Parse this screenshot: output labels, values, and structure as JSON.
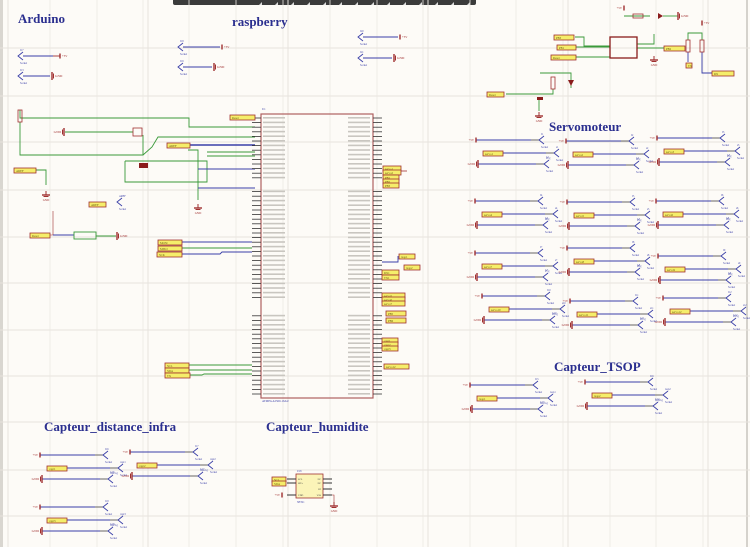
{
  "sections": {
    "arduino": "Arduino",
    "raspberry": "raspberry",
    "servomoteur": "Servomoteur",
    "capteur_tsop": "Capteur_TSOP",
    "capteur_distance_infra": "Capteur_distance_infra",
    "capteur_humidite": "Capteur_humidite"
  },
  "power_labels": {
    "vcc": "+5V",
    "gnd": "GND"
  },
  "connector_type": "Socket",
  "colors": {
    "title": "#2b2f8f",
    "wire_blue": "#3a3fa8",
    "wire_green": "#3a9a3a",
    "power_red": "#a03030",
    "net_label_fill": "#f5ee6a",
    "net_label_border": "#a03030",
    "grid": "#e6e3dd",
    "background": "#fdfbf7"
  },
  "main_ic": {
    "designator": "U1",
    "part": "ATMEGA2560-16AU"
  },
  "humidity_ic": {
    "designator": "U18",
    "part": "SHT21",
    "pins_left": [
      "SCL",
      "SDA",
      "VDD"
    ],
    "pins_right": [
      "NC",
      "NC",
      "EP",
      "VSS"
    ]
  },
  "servo_groups": [
    {
      "vcc": "J1",
      "sig": "s1",
      "gnd": "G1",
      "net": "servo1"
    },
    {
      "vcc": "J2",
      "sig": "s2",
      "gnd": "G2",
      "net": "servo2"
    },
    {
      "vcc": "J3",
      "sig": "s3",
      "gnd": "G3",
      "net": "servo3"
    },
    {
      "vcc": "J4",
      "sig": "s4",
      "gnd": "G4",
      "net": "servo4"
    },
    {
      "vcc": "J5",
      "sig": "s5",
      "gnd": "G5",
      "net": "servo5"
    },
    {
      "vcc": "J6",
      "sig": "s6",
      "gnd": "G6",
      "net": "servo6"
    },
    {
      "vcc": "J7",
      "sig": "s7",
      "gnd": "G7",
      "net": "servo7"
    },
    {
      "vcc": "J8",
      "sig": "s8",
      "gnd": "G8",
      "net": "servo8"
    },
    {
      "vcc": "J9",
      "sig": "s9",
      "gnd": "G9",
      "net": "servo9"
    },
    {
      "vcc": "J10",
      "sig": "s10",
      "gnd": "G10",
      "net": "servo10"
    },
    {
      "vcc": "J11",
      "sig": "s11",
      "gnd": "G11",
      "net": "servo11"
    },
    {
      "vcc": "J12",
      "sig": "s12",
      "gnd": "G12",
      "net": "servo12"
    }
  ],
  "tsop_groups": [
    {
      "vcc": "J15",
      "sig": "tsop1",
      "gnd": "G13",
      "net": "tsop1"
    },
    {
      "vcc": "J16",
      "sig": "tsop2",
      "gnd": "G14",
      "net": "tsop2"
    }
  ],
  "infra_groups": [
    {
      "vcc": "J16",
      "sig": "capt1",
      "gnd": "G16",
      "net": "capt1"
    },
    {
      "vcc": "J17",
      "sig": "capt2",
      "gnd": "G17",
      "net": "capt2"
    },
    {
      "vcc": "J18",
      "sig": "capt3",
      "gnd": "G18",
      "net": "capt3"
    }
  ],
  "humidity_nets": [
    "SCL",
    "SDA"
  ]
}
